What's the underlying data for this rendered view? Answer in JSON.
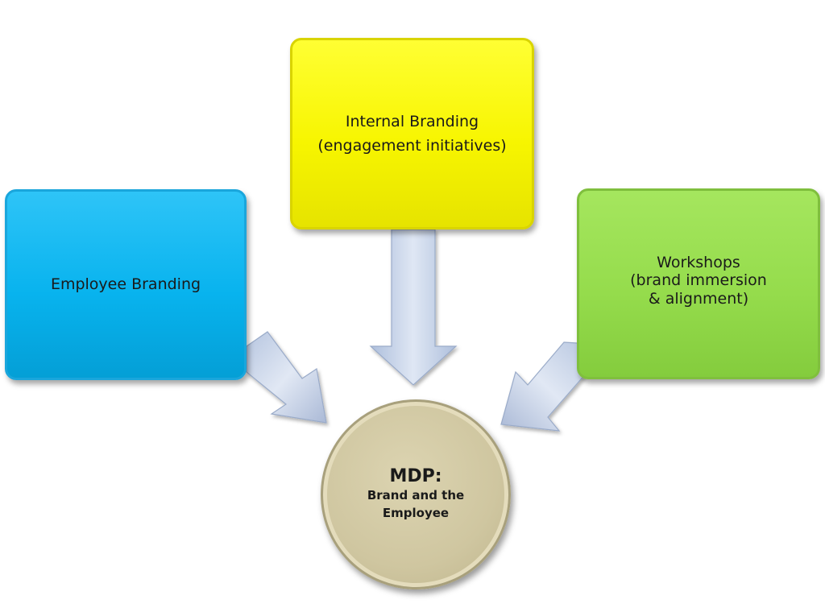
{
  "boxes": {
    "employee_branding": {
      "lines": [
        "Employee Branding"
      ],
      "color": "#08b3ee"
    },
    "internal_branding": {
      "lines": [
        "Internal Branding",
        "(engagement initiatives)"
      ],
      "color": "#f7f500"
    },
    "workshops": {
      "lines": [
        "Workshops",
        "(brand immersion",
        "& alignment)"
      ],
      "color": "#95dc4c"
    }
  },
  "center": {
    "title": "MDP:",
    "subtitle_lines": [
      "Brand and the",
      "Employee"
    ],
    "color": "#cfc6a0"
  },
  "arrow_color": "#c4d3ea"
}
